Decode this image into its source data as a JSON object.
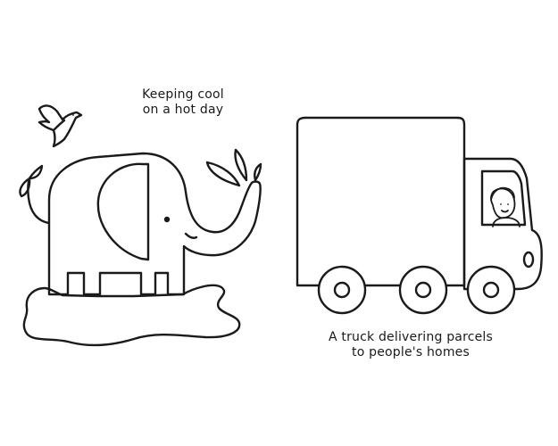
{
  "captions": {
    "elephant": {
      "line1": "Keeping cool",
      "line2": "on a hot day"
    },
    "truck": {
      "line1": "A truck delivering parcels",
      "line2": "to people's homes"
    }
  },
  "colors": {
    "ink": "#1a1a1a",
    "paper": "#ffffff"
  }
}
